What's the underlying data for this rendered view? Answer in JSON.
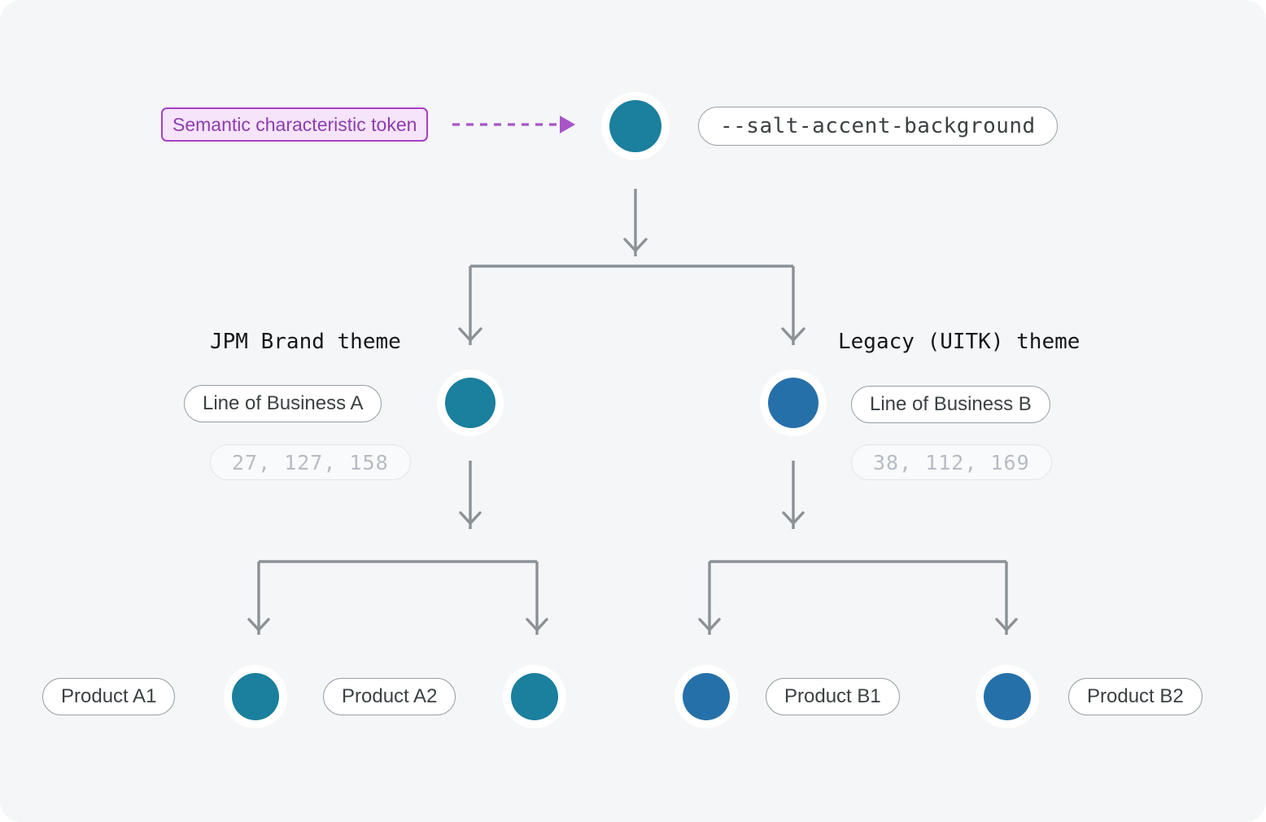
{
  "canvas": {
    "background": "#f4f6f8",
    "wire_color": "#8c9196",
    "annotation_color": "#a63fc4"
  },
  "annotation": {
    "label": "Semantic characteristic token",
    "arrow_icon": "dashed-arrow-right-icon"
  },
  "root": {
    "token": "--salt-accent-background",
    "swatch_color": "#1b7f9e",
    "swatch_name": "accent-background-swatch"
  },
  "themes": [
    {
      "caption": "JPM Brand theme",
      "pill": "Line of Business A",
      "rgb": "27, 127, 158",
      "color": "#1b7f9e",
      "products": [
        {
          "label": "Product A1",
          "color": "#1b7f9e"
        },
        {
          "label": "Product A2",
          "color": "#1b7f9e"
        }
      ]
    },
    {
      "caption": "Legacy (UITK) theme",
      "pill": "Line of Business B",
      "rgb": "38, 112, 169",
      "color": "#2670a9",
      "products": [
        {
          "label": "Product B1",
          "color": "#2670a9"
        },
        {
          "label": "Product B2",
          "color": "#2670a9"
        }
      ]
    }
  ]
}
